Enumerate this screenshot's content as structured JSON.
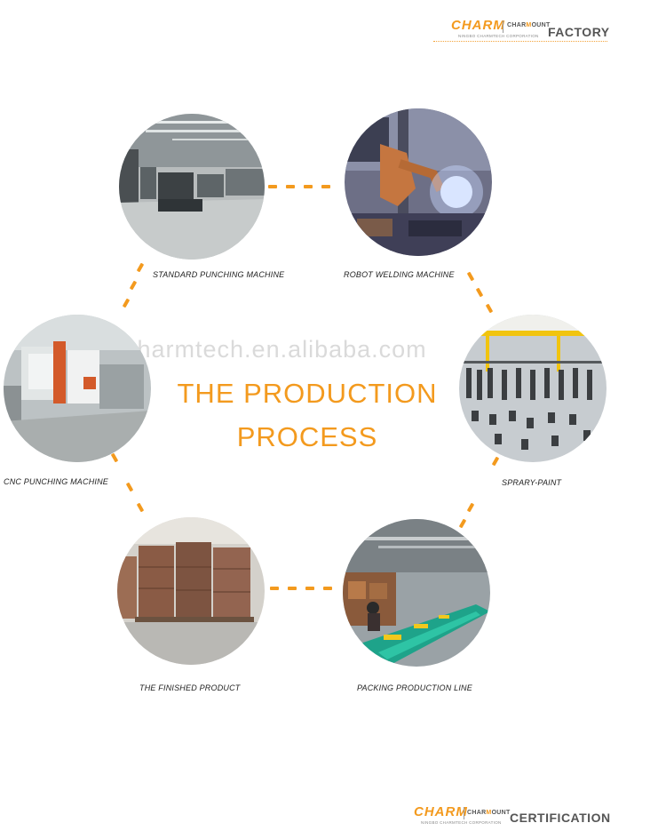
{
  "header": {
    "brand": "CHARM",
    "brand2": "CHAR",
    "brand2_o": "M",
    "brand2_end": "OUNT",
    "corporation": "NINGBO CHARMTECH CORPORATION",
    "section": "FACTORY"
  },
  "footer": {
    "brand": "CHARM",
    "brand2": "CHAR",
    "brand2_o": "M",
    "brand2_end": "OUNT",
    "corporation": "NINGBO CHARMTECH CORPORATION",
    "section": "CERTIFICATION"
  },
  "title": {
    "line1": "THE PRODUCTION",
    "line2": "PROCESS"
  },
  "watermark": "charmtech.en.alibaba.com",
  "steps": [
    {
      "label": "STANDARD PUNCHING MACHINE",
      "icon": "punching-workshop-photo"
    },
    {
      "label": "ROBOT WELDING MACHINE",
      "icon": "robot-welding-photo"
    },
    {
      "label": "SPRARY-PAINT",
      "icon": "spray-paint-line-photo"
    },
    {
      "label": "PACKING PRODUCTION LINE",
      "icon": "packing-line-photo"
    },
    {
      "label": "THE FINISHED PRODUCT",
      "icon": "finished-product-photo"
    },
    {
      "label": "CNC PUNCHING MACHINE",
      "icon": "cnc-punching-photo"
    }
  ],
  "colors": {
    "accent": "#f39a1e",
    "text": "#222222"
  }
}
